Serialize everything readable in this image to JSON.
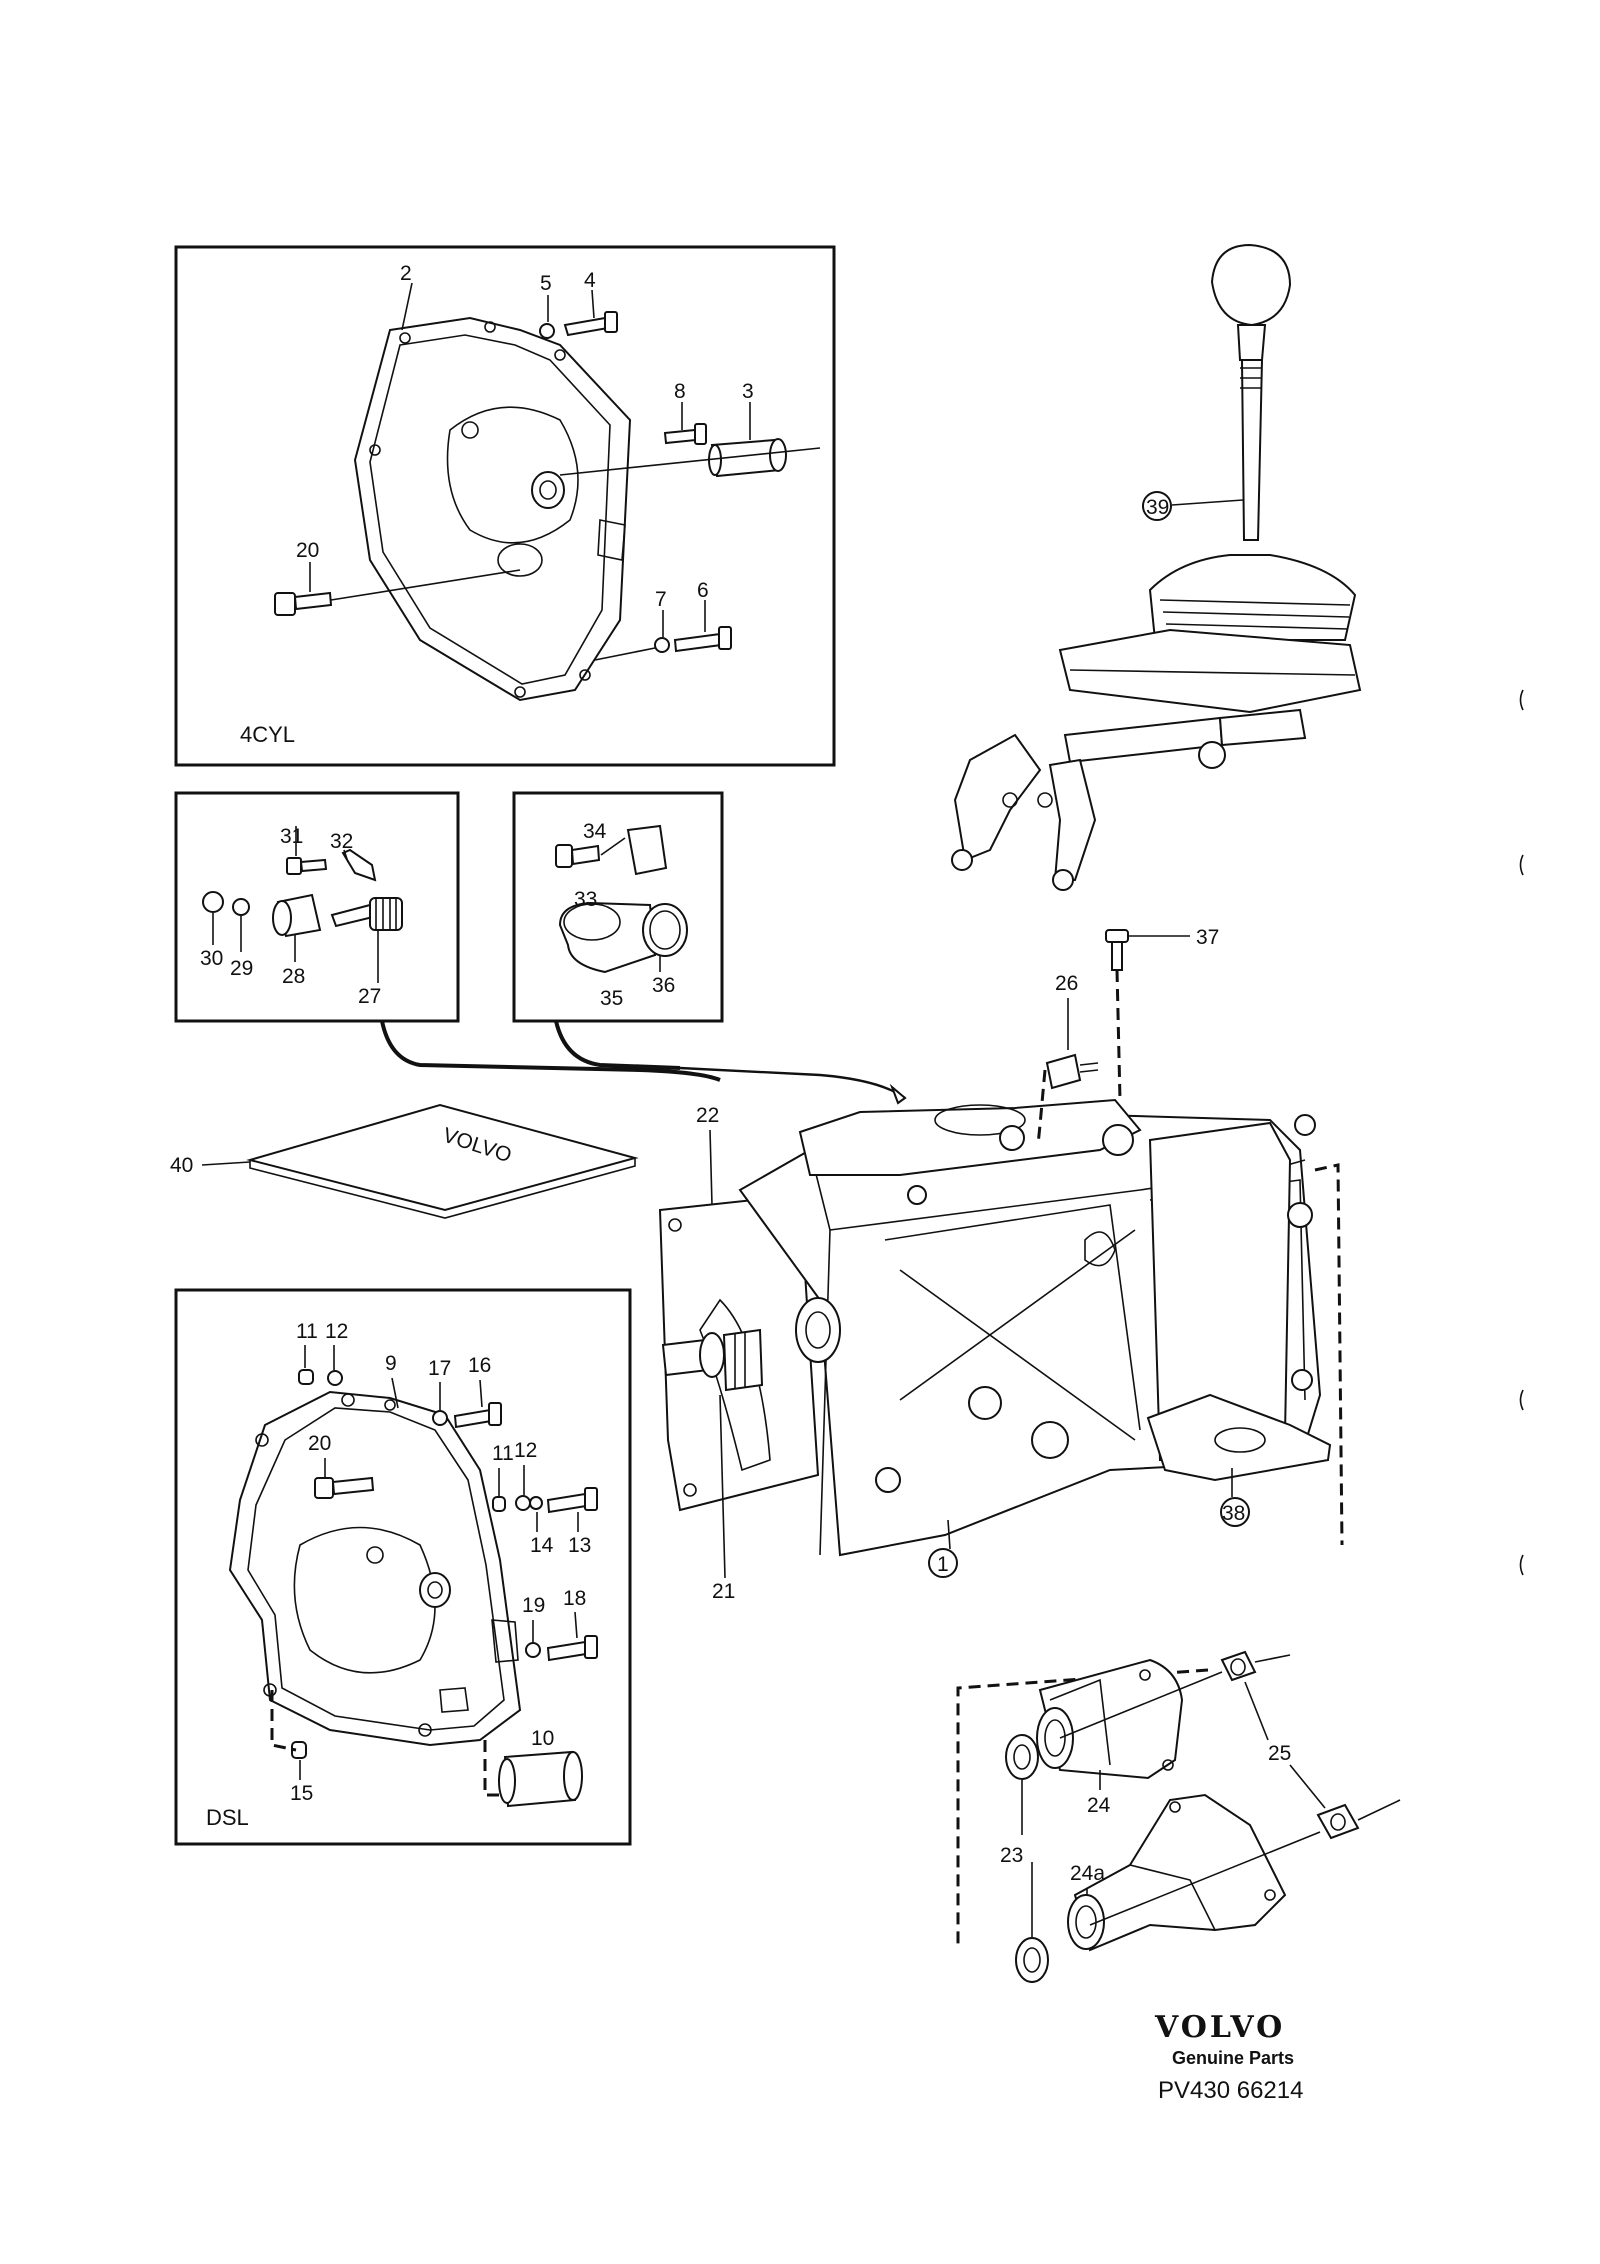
{
  "panels": {
    "top_box_label": "4CYL",
    "bottom_box_label": "DSL"
  },
  "callouts": {
    "p1": "1",
    "p2": "2",
    "p3": "3",
    "p4": "4",
    "p5": "5",
    "p6": "6",
    "p7": "7",
    "p8": "8",
    "p9": "9",
    "p10": "10",
    "p11": "11",
    "p11b": "11",
    "p12": "12",
    "p12b": "12",
    "p13": "13",
    "p14": "14",
    "p15": "15",
    "p16": "16",
    "p17": "17",
    "p18": "18",
    "p19": "19",
    "p20": "20",
    "p20b": "20",
    "p21": "21",
    "p22": "22",
    "p23": "23",
    "p24": "24",
    "p24a": "24a",
    "p25": "25",
    "p26": "26",
    "p27": "27",
    "p28": "28",
    "p29": "29",
    "p30": "30",
    "p31": "31",
    "p32": "32",
    "p33": "33",
    "p34": "34",
    "p35": "35",
    "p36": "36",
    "p37": "37",
    "p38": "38",
    "p39": "39",
    "p40": "40"
  },
  "manual_cover_text": "VOLVO",
  "footer": {
    "brand": "VOLVO",
    "tagline": "Genuine Parts",
    "doc_number": "PV430 66214"
  }
}
